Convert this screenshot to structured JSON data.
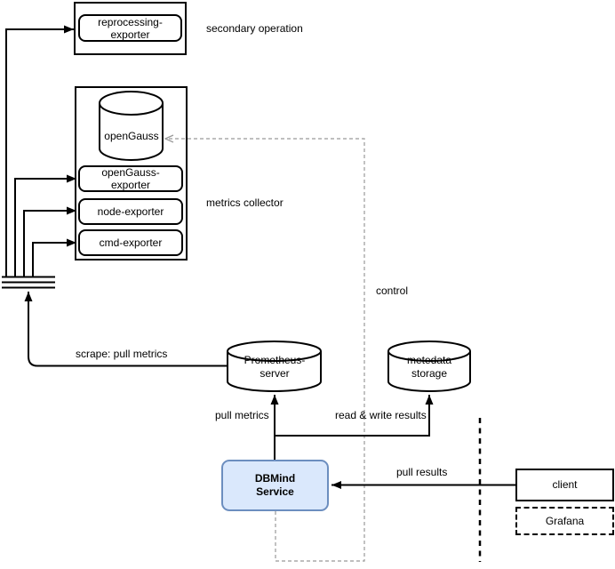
{
  "nodes": {
    "reprocessing_exporter": {
      "label": "reprocessing-\nexporter"
    },
    "opengauss": {
      "label": "openGauss"
    },
    "opengauss_exporter": {
      "label": "openGauss-\nexporter"
    },
    "node_exporter": {
      "label": "node-exporter"
    },
    "cmd_exporter": {
      "label": "cmd-exporter"
    },
    "prometheus_server": {
      "label": "Prometheus-\nserver"
    },
    "metadata_storage": {
      "label": "metedata\nstorage"
    },
    "dbmind_service": {
      "label": "DBMind\nService"
    },
    "client": {
      "label": "client"
    },
    "grafana": {
      "label": "Grafana"
    }
  },
  "annotations": {
    "secondary_operation": "secondary operation",
    "metrics_collector": "metrics collector",
    "control": "control",
    "scrape_pull_metrics": "scrape: pull metrics",
    "pull_metrics": "pull metrics",
    "read_write_results": "read & write results",
    "pull_results": "pull results"
  },
  "colors": {
    "line": "#000000",
    "control_line": "#999999",
    "dbmind_fill": "#dae8fc",
    "dbmind_border": "#6c8ebf",
    "background": "#ffffff"
  }
}
